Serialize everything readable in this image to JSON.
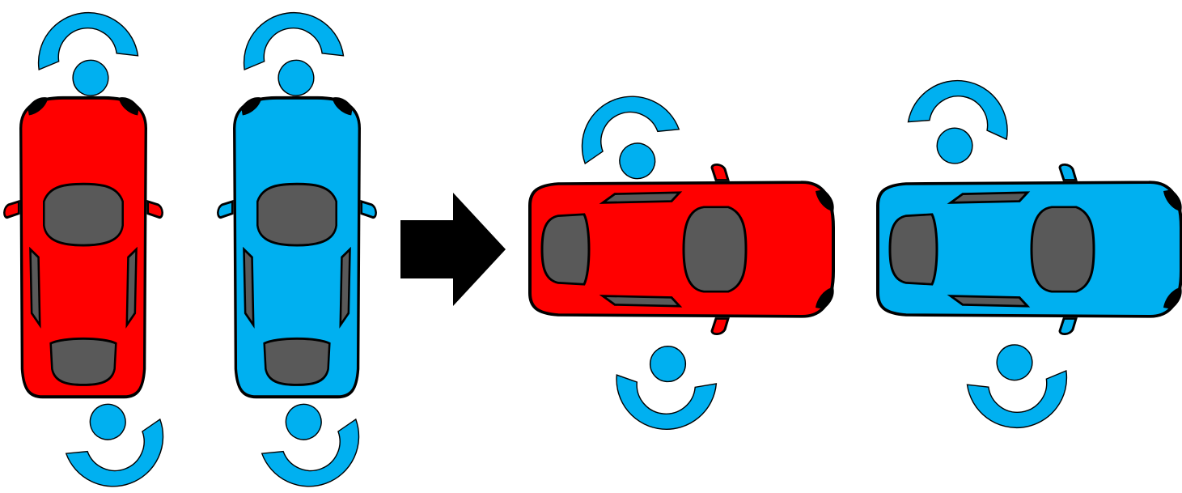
{
  "scene": {
    "before": {
      "cars": [
        {
          "name": "red-car",
          "color": "#ff0000",
          "orientation": "vertical",
          "facing": "up"
        },
        {
          "name": "blue-car",
          "color": "#00b0f0",
          "orientation": "vertical",
          "facing": "up"
        }
      ],
      "people_per_car": 2
    },
    "transition": {
      "icon": "right-arrow-icon",
      "color": "#000000"
    },
    "after": {
      "cars": [
        {
          "name": "red-car",
          "color": "#ff0000",
          "orientation": "horizontal",
          "facing": "right"
        },
        {
          "name": "blue-car",
          "color": "#00b0f0",
          "orientation": "horizontal",
          "facing": "right"
        }
      ],
      "people_per_car": 2
    },
    "colors": {
      "person": "#00b0f0",
      "glass": "#595959",
      "outline": "#000000",
      "red_car": "#ff0000",
      "blue_car": "#00b0f0"
    }
  }
}
